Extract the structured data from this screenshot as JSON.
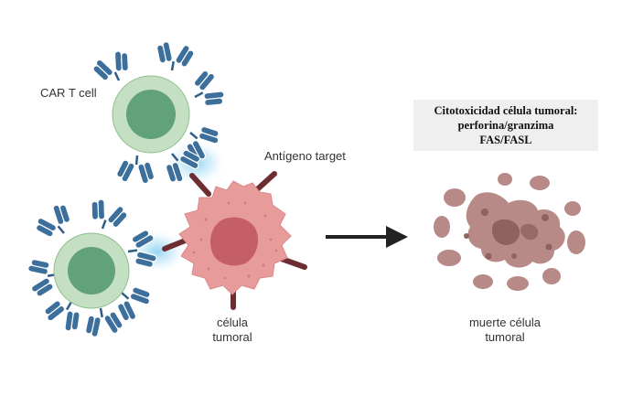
{
  "labels": {
    "car_t_cell": "CAR T cell",
    "antigen_target": "Antígeno target",
    "tumor_cell_line1": "célula",
    "tumor_cell_line2": "tumoral",
    "dead_cell_line1": "muerte célula",
    "dead_cell_line2": "tumoral"
  },
  "cytotoxicity_box": {
    "line1": "Citotoxicidad célula tumoral:",
    "line2": "perforina/granzima",
    "line3": "FAS/FASL"
  },
  "colors": {
    "t_cell_outer": "#c5dfc3",
    "t_cell_inner": "#62a278",
    "receptor_fill": "#3d6f9c",
    "tumor_fill": "#e89b9b",
    "tumor_nucleus": "#c45f65",
    "antigen": "#6e2d33",
    "dead_fill": "#b78a88",
    "dead_dark": "#8f6260",
    "arrow": "#222222",
    "glow": "#9ad6f0"
  }
}
